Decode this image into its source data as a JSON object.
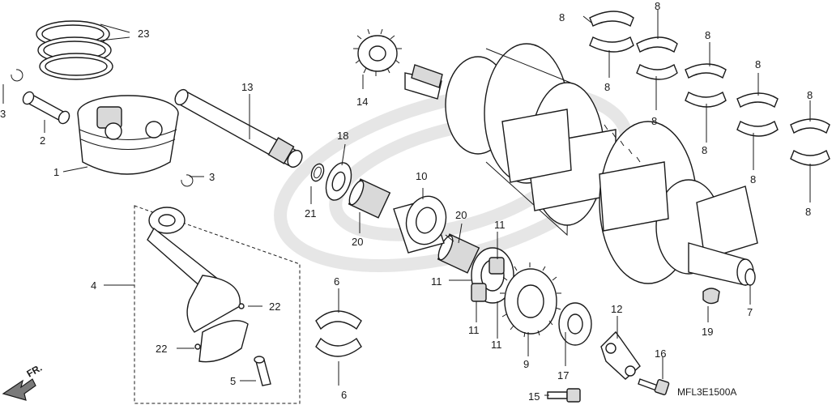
{
  "diagram_code": "MFL3E1500A",
  "direction_marker": "FR.",
  "callouts": {
    "c1": "1",
    "c2": "2",
    "c3a": "3",
    "c3b": "3",
    "c4": "4",
    "c5": "5",
    "c6a": "6",
    "c6b": "6",
    "c7": "7",
    "c8_1": "8",
    "c8_2": "8",
    "c8_3": "8",
    "c8_4": "8",
    "c8_5": "8",
    "c8_6": "8",
    "c8_7": "8",
    "c8_8": "8",
    "c8_9": "8",
    "c8_10": "8",
    "c9": "9",
    "c10": "10",
    "c11a": "11",
    "c11b": "11",
    "c11c": "11",
    "c11d": "11",
    "c12": "12",
    "c13": "13",
    "c14": "14",
    "c15": "15",
    "c16": "16",
    "c17": "17",
    "c18": "18",
    "c19": "19",
    "c20a": "20",
    "c20b": "20",
    "c21": "21",
    "c22a": "22",
    "c22b": "22",
    "c23": "23"
  }
}
